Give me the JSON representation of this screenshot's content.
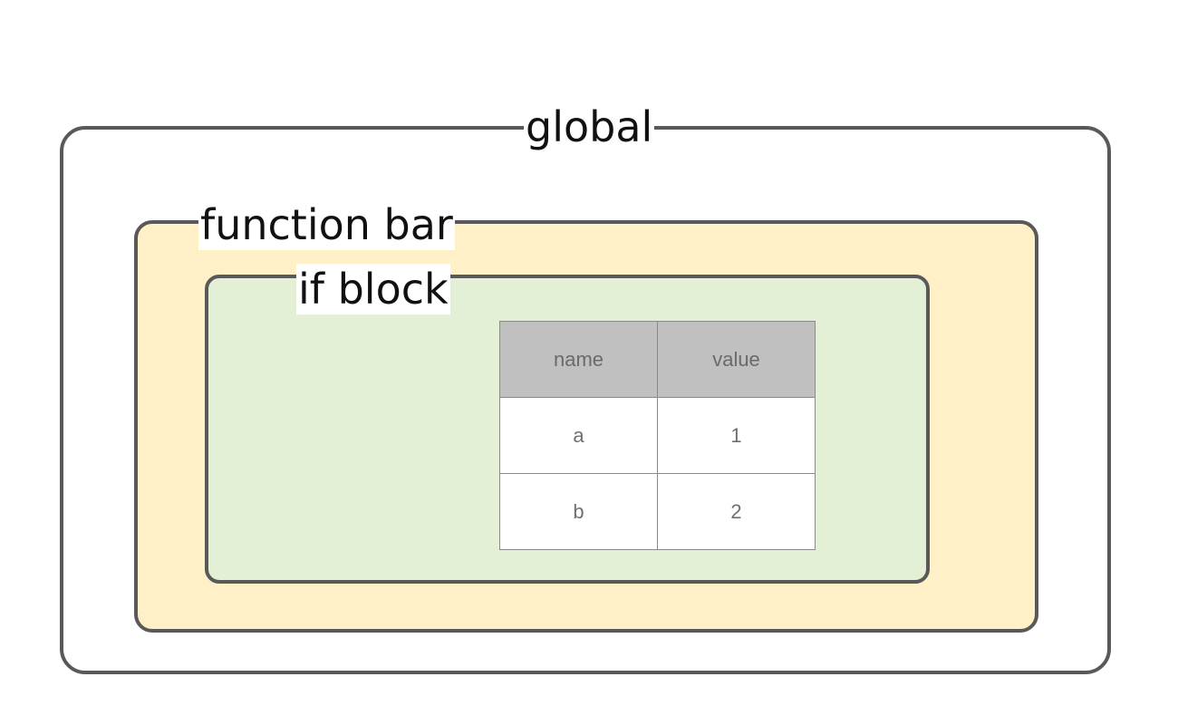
{
  "scopes": {
    "global": {
      "label": "global"
    },
    "function": {
      "label": "function bar"
    },
    "if_block": {
      "label": "if block"
    }
  },
  "table": {
    "headers": [
      "name",
      "value"
    ],
    "rows": [
      [
        "a",
        "1"
      ],
      [
        "b",
        "2"
      ]
    ]
  },
  "colors": {
    "border": "#595959",
    "global_fill": "#ffffff",
    "function_fill": "#fff0c7",
    "if_fill": "#e3f0d6",
    "table_header_fill": "#c0c0c0"
  }
}
